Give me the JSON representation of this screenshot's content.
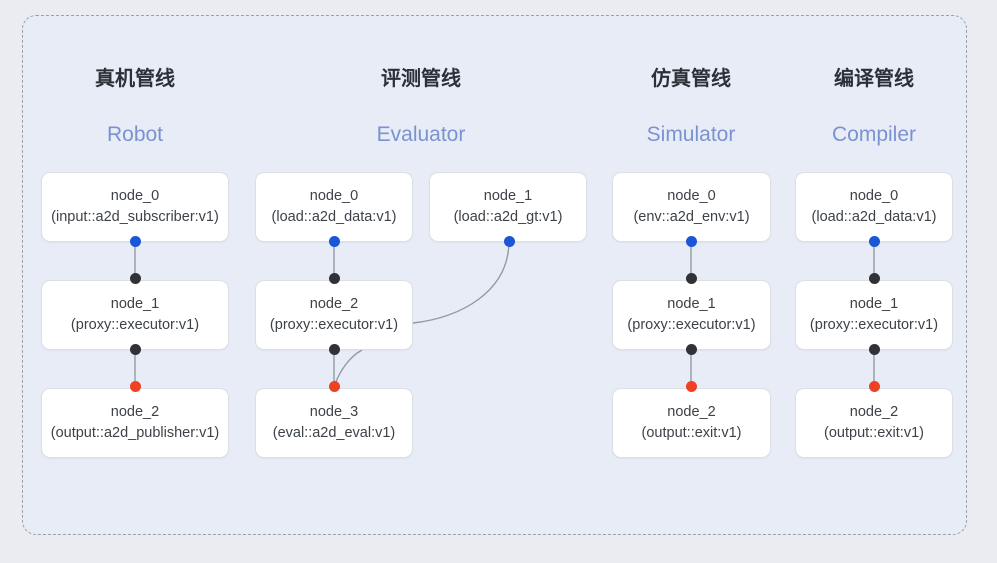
{
  "diagram": {
    "background_color": "#eaecf1",
    "panel_color": "#e7ecf7",
    "panel_border_color": "#9aa0ab",
    "port_colors": {
      "input": "#1a56d6",
      "middle": "#303236",
      "output": "#ef4123"
    },
    "edge_color": "#9399a5",
    "columns": [
      {
        "title_cn": "真机管线",
        "title_en": "Robot",
        "nodes": [
          {
            "name": "node_0",
            "type": "(input::a2d_subscriber:v1)"
          },
          {
            "name": "node_1",
            "type": "(proxy::executor:v1)"
          },
          {
            "name": "node_2",
            "type": "(output::a2d_publisher:v1)"
          }
        ]
      },
      {
        "title_cn": "评测管线",
        "title_en": "Evaluator",
        "nodes": [
          {
            "name": "node_0",
            "type": "(load::a2d_data:v1)"
          },
          {
            "name": "node_1",
            "type": "(load::a2d_gt:v1)"
          },
          {
            "name": "node_2",
            "type": "(proxy::executor:v1)"
          },
          {
            "name": "node_3",
            "type": "(eval::a2d_eval:v1)"
          }
        ]
      },
      {
        "title_cn": "仿真管线",
        "title_en": "Simulator",
        "nodes": [
          {
            "name": "node_0",
            "type": "(env::a2d_env:v1)"
          },
          {
            "name": "node_1",
            "type": "(proxy::executor:v1)"
          },
          {
            "name": "node_2",
            "type": "(output::exit:v1)"
          }
        ]
      },
      {
        "title_cn": "编译管线",
        "title_en": "Compiler",
        "nodes": [
          {
            "name": "node_0",
            "type": "(load::a2d_data:v1)"
          },
          {
            "name": "node_1",
            "type": "(proxy::executor:v1)"
          },
          {
            "name": "node_2",
            "type": "(output::exit:v1)"
          }
        ]
      }
    ]
  }
}
